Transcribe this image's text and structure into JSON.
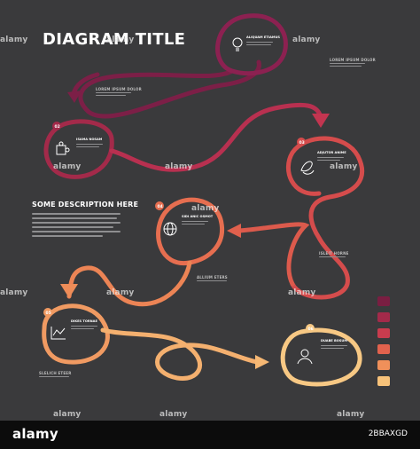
{
  "title": "DIAGRAM TITLE",
  "description_title": "SOME DESCRIPTION HERE",
  "side_label": "LOREM IPSUM DOLOR",
  "colors": {
    "background": "#3a3a3c",
    "swatches": [
      "#7a1e42",
      "#a32a4a",
      "#c93c4e",
      "#e2624d",
      "#f0905a",
      "#f7c27a"
    ]
  },
  "nodes": [
    {
      "title": "ALIQUAM ETIAMUS",
      "icon": "lightbulb-icon",
      "color": "#8c2151"
    },
    {
      "title": "ISAMA NOSAM",
      "icon": "puzzle-icon",
      "color": "#a32a4a"
    },
    {
      "title": "ADJUTOR ANIME",
      "icon": "leaves-icon",
      "color": "#dd5a4a"
    },
    {
      "title": "SIDI ANIC OSMOT",
      "icon": "globe-icon",
      "color": "#e87050"
    },
    {
      "title": "DIKES TORNAE",
      "icon": "chart-icon",
      "color": "#f09a62"
    },
    {
      "title": "DUABE BOSUM",
      "icon": "person-icon",
      "color": "#f7c884"
    }
  ],
  "labels": {
    "l1": "LOREM IPSUM DOLOR",
    "l2": "ISLEIT HORNE",
    "l3": "ALLIUM ETERS",
    "l4": "SLELICH ETEER"
  },
  "watermarks": [
    "alamy"
  ],
  "footer": {
    "brand": "alamy",
    "id": "2BBAXGD"
  }
}
